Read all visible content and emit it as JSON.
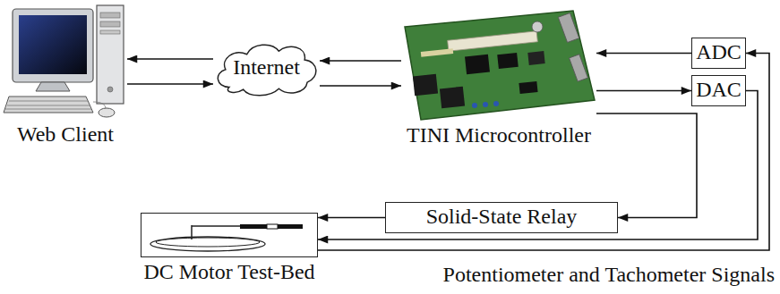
{
  "diagram": {
    "nodes": [
      {
        "text": [
          "Web Client"
        ]
      },
      {
        "text": [
          "Internet"
        ]
      },
      {
        "text": [
          "TINI Microcontroller"
        ]
      },
      {
        "text": [
          "ADC"
        ]
      },
      {
        "text": [
          "DAC"
        ]
      },
      {
        "text": [
          "Solid-State Relay"
        ]
      },
      {
        "text": [
          "DC Motor Test-Bed"
        ]
      }
    ],
    "edges": [
      {
        "from": 1,
        "to": 0,
        "arrow": "to"
      },
      {
        "from": 0,
        "to": 1,
        "arrow": "to"
      },
      {
        "from": 2,
        "to": 1,
        "arrow": "to"
      },
      {
        "from": 1,
        "to": 2,
        "arrow": "to"
      },
      {
        "from": 3,
        "to": 2,
        "arrow": "to"
      },
      {
        "from": 2,
        "to": 4,
        "arrow": "to"
      },
      {
        "from": 2,
        "to": 5,
        "arrow": "to"
      },
      {
        "from": 5,
        "to": 6,
        "arrow": "to"
      },
      {
        "from": 4,
        "to": 6,
        "arrow": "to"
      },
      {
        "from": 6,
        "to": 3,
        "arrow": "to"
      }
    ],
    "labels": [
      "Potentiometer and Tachometer Signals"
    ]
  }
}
